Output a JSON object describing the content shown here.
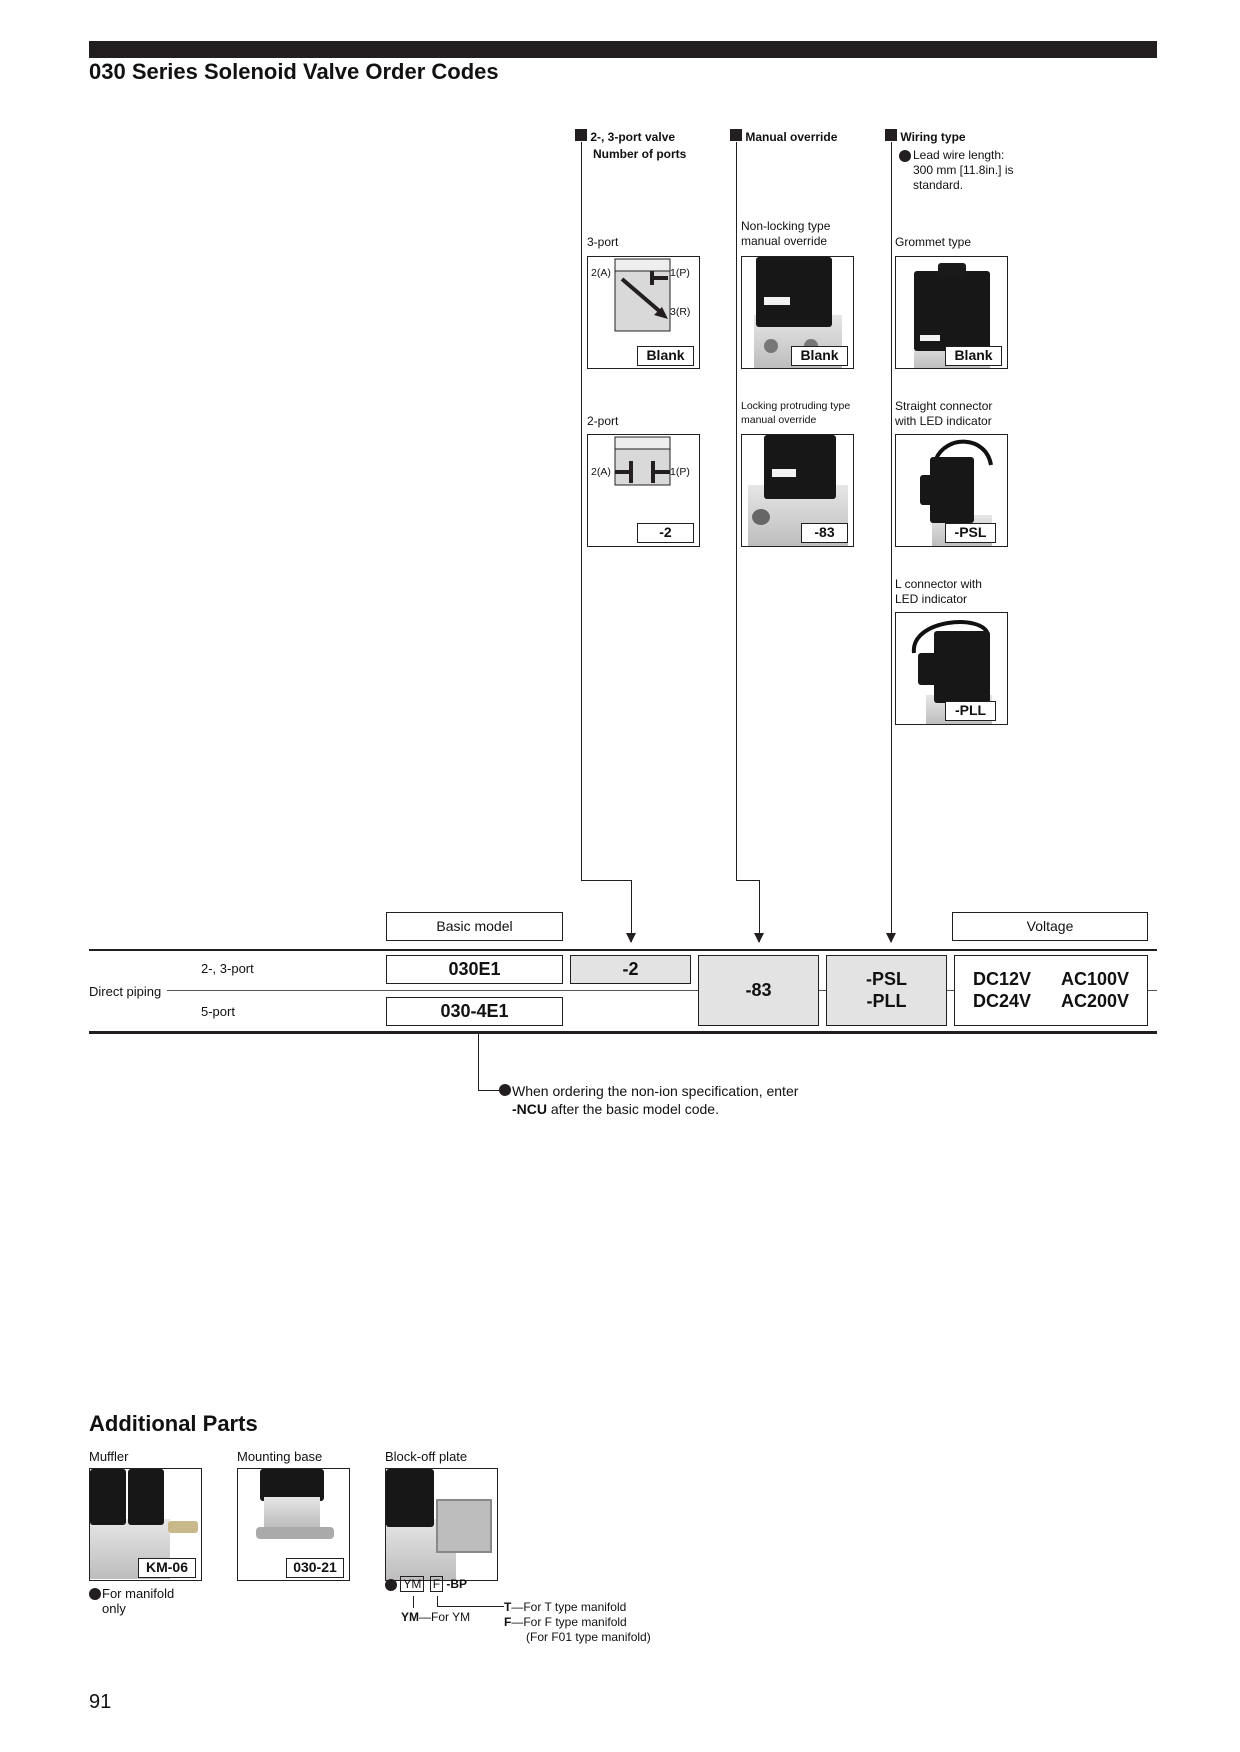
{
  "page": {
    "title": "030 Series Solenoid Valve Order Codes",
    "page_number": "91"
  },
  "options": {
    "ports": {
      "header": "2-, 3-port valve",
      "header2": "Number of ports",
      "three_port_label": "3-port",
      "three_port_code": "Blank",
      "two_port_label": "2-port",
      "two_port_code": "-2",
      "port_a": "2(A)",
      "port_p": "1(P)",
      "port_r": "3(R)"
    },
    "manual_override": {
      "header": "Manual override",
      "nonlocking_label1": "Non-locking type",
      "nonlocking_label2": "manual override",
      "nonlocking_code": "Blank",
      "locking_label1": "Locking protruding type",
      "locking_label2": "manual override",
      "locking_code": "-83"
    },
    "wiring": {
      "header": "Wiring type",
      "note1": "Lead wire length:",
      "note2": "300 mm [11.8in.] is",
      "note3": "standard.",
      "grommet_label": "Grommet type",
      "grommet_code": "Blank",
      "straight_label1": "Straight connector",
      "straight_label2": "with LED indicator",
      "straight_code": "-PSL",
      "l_label1": "L connector with",
      "l_label2": "LED indicator",
      "l_code": "-PLL"
    }
  },
  "order_table": {
    "basic_model_header": "Basic model",
    "voltage_header": "Voltage",
    "direct_piping": "Direct piping",
    "row1_label": "2-, 3-port",
    "row2_label": "5-port",
    "model1": "030E1",
    "model2": "030-4E1",
    "port_code": "-2",
    "override_code": "-83",
    "wiring_code1": "-PSL",
    "wiring_code2": "-PLL",
    "volt_dc12": "DC12V",
    "volt_dc24": "DC24V",
    "volt_ac100": "AC100V",
    "volt_ac200": "AC200V",
    "note_line1": "When ordering the non-ion specification, enter",
    "note_bold": "-NCU",
    "note_line2": " after the basic model code."
  },
  "additional_parts": {
    "title": "Additional Parts",
    "muffler_label": "Muffler",
    "muffler_code": "KM-06",
    "muffler_note1": "For manifold",
    "muffler_note2": "only",
    "mounting_label": "Mounting base",
    "mounting_code": "030-21",
    "blockoff_label": "Block-off plate",
    "code_ym": "YM",
    "code_f": "F",
    "code_bp": "-BP",
    "t_key": "T",
    "t_desc": "For T type manifold",
    "f_key": "F",
    "f_desc": "For F type manifold",
    "f_desc2": "(For F01 type manifold)",
    "ym_key": "YM",
    "ym_desc": "For YM"
  }
}
